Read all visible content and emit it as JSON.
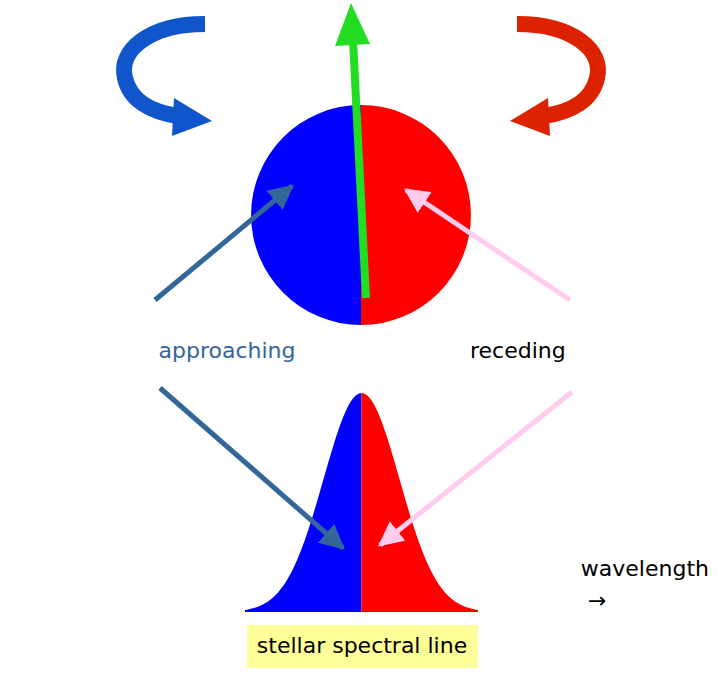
{
  "diagram": {
    "nodes": [
      {
        "text": [
          "stellar spectral line"
        ]
      }
    ],
    "labels": [
      "approaching",
      "receding",
      "wavelength",
      "→"
    ]
  }
}
